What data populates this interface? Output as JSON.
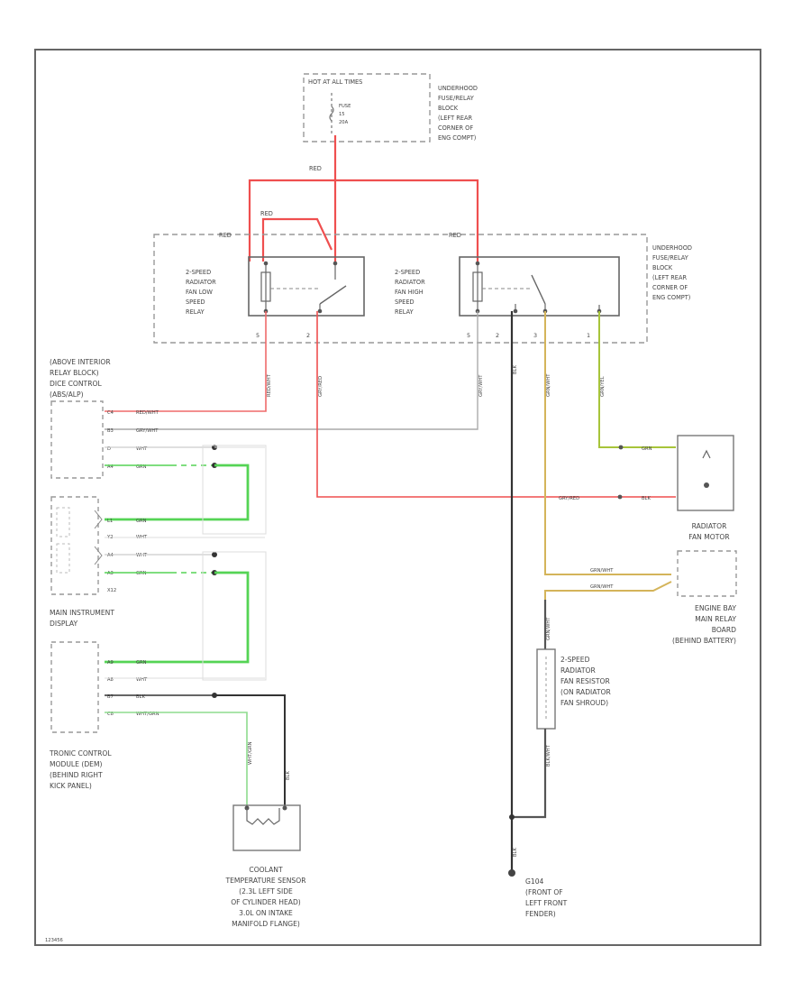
{
  "diagram": {
    "fuse_block_top": {
      "header": "HOT AT ALL TIMES",
      "fuse_lines": [
        "FUSE",
        "15",
        "20A"
      ],
      "location_lines": [
        "UNDERHOOD",
        "FUSE/RELAY",
        "BLOCK",
        "(LEFT REAR",
        "CORNER OF",
        "ENG COMPT)"
      ]
    },
    "feed_wire": "RED",
    "relay_block": {
      "wire_left": "RED",
      "wire_left_top": "RED",
      "wire_right": "RED",
      "relay_low_lines": [
        "2-SPEED",
        "RADIATOR",
        "FAN LOW",
        "SPEED",
        "RELAY"
      ],
      "relay_high_lines": [
        "2-SPEED",
        "RADIATOR",
        "FAN HIGH",
        "SPEED",
        "RELAY"
      ],
      "location_lines": [
        "UNDERHOOD",
        "FUSE/RELAY",
        "BLOCK",
        "(LEFT REAR",
        "CORNER OF",
        "ENG COMPT)"
      ],
      "pins": [
        "5",
        "2",
        "5",
        "2",
        "3",
        "1"
      ]
    },
    "vertical_wires": {
      "w1": "RED/WHT",
      "w2": "GRY/RED",
      "w3": "GRY/WHT",
      "w4": "BLK",
      "w5": "GRN/WHT",
      "w6": "GRN/YEL"
    },
    "ecm_block": {
      "lines": [
        "(ABOVE INTERIOR",
        "RELAY BLOCK)",
        "DICE CONTROL",
        "(ABS/ALP)"
      ],
      "pins": [
        {
          "pin": "C4",
          "wire": "RED/WHT"
        },
        {
          "pin": "B3",
          "wire": "GRY/WHT"
        },
        {
          "pin": "D",
          "wire": "WHT"
        },
        {
          "pin": "A4",
          "wire": "GRN"
        }
      ]
    },
    "connector_mid": {
      "pins": [
        {
          "pin": "L1",
          "wire": "GRN"
        },
        {
          "pin": "Y2",
          "wire": "WHT"
        },
        {
          "pin": "A4",
          "wire": "WHT"
        },
        {
          "pin": "A3",
          "wire": "GRN"
        }
      ],
      "code": "X12"
    },
    "instrument": {
      "lines": [
        "MAIN INSTRUMENT",
        "DISPLAY"
      ],
      "pins": [
        {
          "pin": "A9",
          "wire": "GRN"
        },
        {
          "pin": "A8",
          "wire": "WHT"
        },
        {
          "pin": "B7",
          "wire": "BLK"
        },
        {
          "pin": "C8",
          "wire": "WHT/GRN"
        }
      ]
    },
    "tronic_label": [
      "TRONIC CONTROL",
      "MODULE (DEM)",
      "(BEHIND RIGHT",
      "KICK PANEL)"
    ],
    "coolant_sensor": {
      "label_lines": [
        "COOLANT",
        "TEMPERATURE SENSOR",
        "(2.3L LEFT SIDE",
        "OF CYLINDER HEAD)",
        "3.0L ON INTAKE",
        "MANIFOLD FLANGE)"
      ],
      "wire_left": "WHT/GRN",
      "wire_right": "BLK"
    },
    "radiator_switch": {
      "wire_top": "GRN",
      "wire_bottom_left": "GRY/RED",
      "wire_bottom_right": "BLK",
      "label_lines": [
        "RADIATOR",
        "FAN MOTOR"
      ]
    },
    "engine_bay_block": {
      "wire_a": "GRN/WHT",
      "wire_b": "GRN/WHT",
      "label_lines": [
        "ENGINE BAY",
        "MAIN RELAY",
        "BOARD",
        "(BEHIND BATTERY)"
      ]
    },
    "fan_resistor": {
      "label_lines": [
        "2-SPEED",
        "RADIATOR",
        "FAN RESISTOR",
        "(ON RADIATOR",
        "FAN SHROUD)"
      ],
      "wire_top": "GRN/WHT",
      "wire_bottom": "BLK/WHT"
    },
    "ground": {
      "wire": "BLK",
      "label_lines": [
        "G104",
        "(FRONT OF",
        "LEFT FRONT",
        "FENDER)"
      ]
    },
    "figure_code": "123456"
  }
}
